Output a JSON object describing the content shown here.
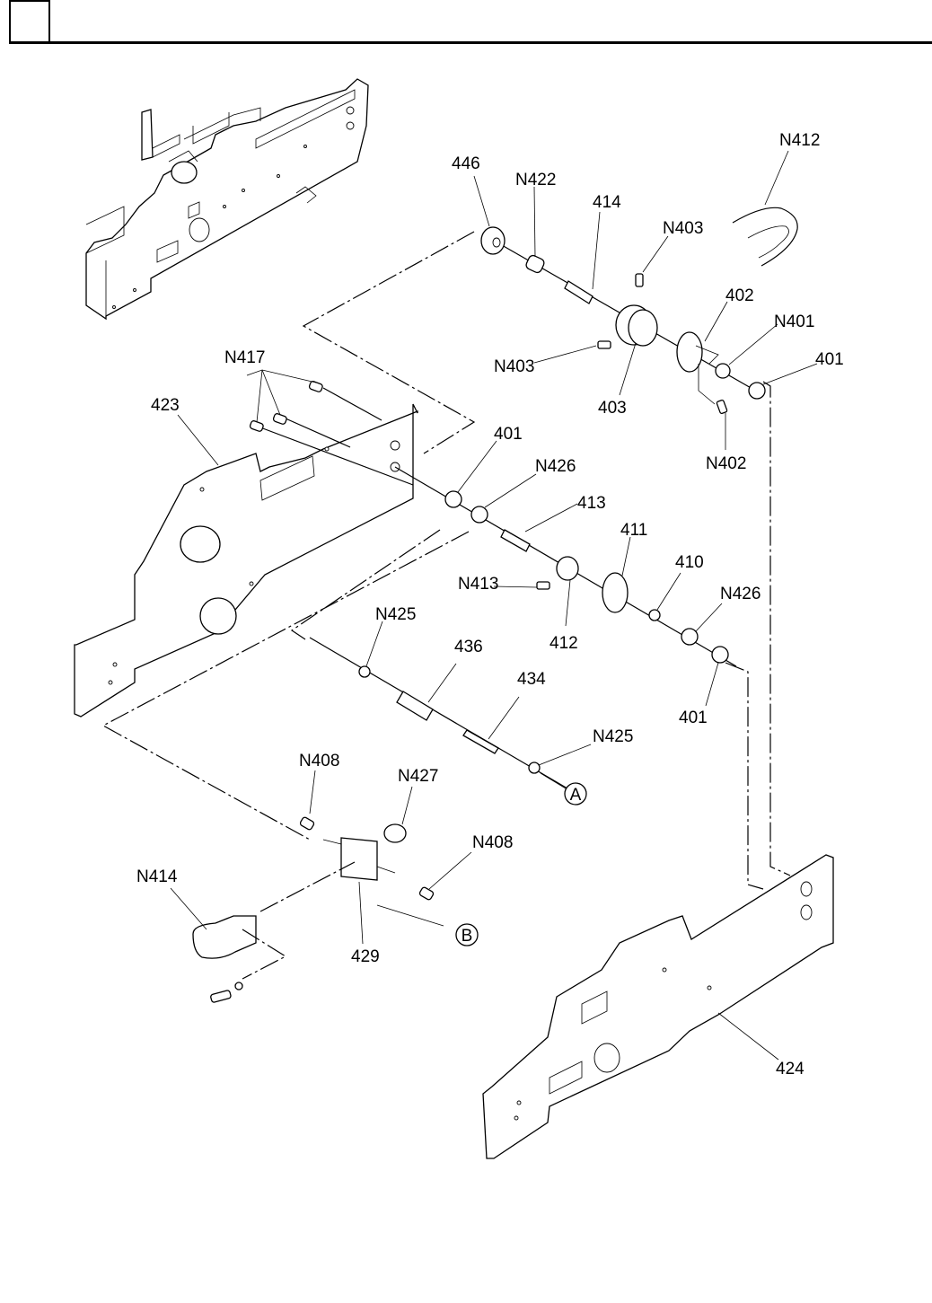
{
  "header": {
    "section_number": ""
  },
  "diagram": {
    "title": "",
    "labels": {
      "p446": "446",
      "pN422": "N422",
      "p414": "414",
      "pN403a": "N403",
      "pN412": "N412",
      "p402": "402",
      "pN401": "N401",
      "p401a": "401",
      "pN403b": "N403",
      "p403": "403",
      "pN402": "N402",
      "pN417": "N417",
      "p423": "423",
      "p401b": "401",
      "pN426a": "N426",
      "p413": "413",
      "p411": "411",
      "p410": "410",
      "pN426b": "N426",
      "pN413": "N413",
      "p412": "412",
      "pN425a": "N425",
      "p436": "436",
      "p434": "434",
      "p401c": "401",
      "pN425b": "N425",
      "markerA": "A",
      "pN408a": "N408",
      "pN427": "N427",
      "pN408b": "N408",
      "pN414": "N414",
      "p429": "429",
      "markerB": "B",
      "p424": "424"
    }
  }
}
